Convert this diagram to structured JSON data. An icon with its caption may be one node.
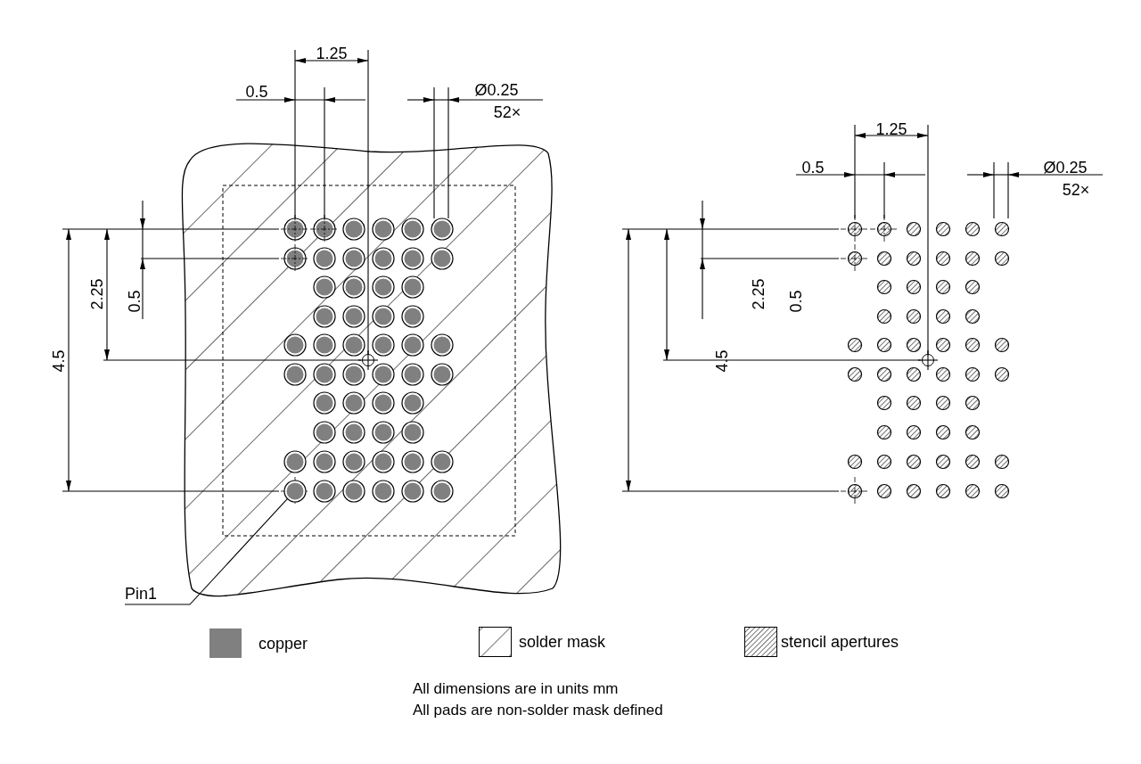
{
  "diagram": {
    "nodes": [
      {
        "text": [
          "Pin1"
        ]
      },
      {
        "text": [],
        "shape": "circle"
      }
    ],
    "edges": [
      {
        "from": 0,
        "to": 1,
        "arrow": "none"
      }
    ],
    "labels": [
      "1.25",
      "0.5",
      "Ø0.25",
      "52×",
      "4.5",
      "2.25",
      "0.5",
      "1.25",
      "0.5",
      "Ø0.25",
      "52×",
      "4.5",
      "2.25",
      "0.5",
      "All dimensions are in units mm",
      "All pads are non-solder mask defined"
    ],
    "legend": [
      {
        "text": "copper",
        "color": "#808080"
      },
      {
        "text": "solder mask"
      },
      {
        "text": "stencil apertures"
      }
    ]
  }
}
